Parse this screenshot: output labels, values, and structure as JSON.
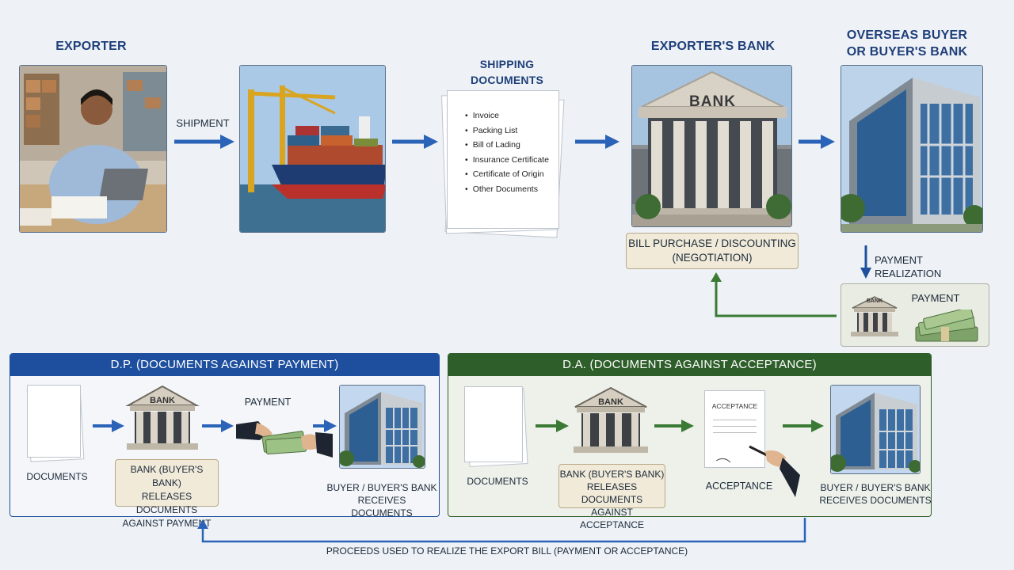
{
  "columns": {
    "exporter": "EXPORTER",
    "shipping_documents": [
      "SHIPPING",
      "DOCUMENTS"
    ],
    "exporters_bank": "EXPORTER'S BANK",
    "overseas_buyer": [
      "OVERSEAS BUYER",
      "OR BUYER'S BANK"
    ]
  },
  "shipment_label": "SHIPMENT",
  "documents_list": [
    "Invoice",
    "Packing List",
    "Bill of Lading",
    "Insurance Certificate",
    "Certificate of Origin",
    "Other Documents"
  ],
  "bank_sign": "BANK",
  "bill_purchase": [
    "BILL PURCHASE / DISCOUNTING",
    "(NEGOTIATION)"
  ],
  "payment_realization": "PAYMENT REALIZATION",
  "payment_box": {
    "label": "PAYMENT",
    "bank_sign": "BANK"
  },
  "dp": {
    "title": "D.P. (DOCUMENTS AGAINST PAYMENT)",
    "documents": "DOCUMENTS",
    "bank_sign": "BANK",
    "bank_note": [
      "BANK (BUYER'S BANK)",
      "RELEASES DOCUMENTS",
      "AGAINST PAYMENT"
    ],
    "payment": "PAYMENT",
    "buyer": [
      "BUYER / BUYER'S BANK",
      "RECEIVES DOCUMENTS"
    ]
  },
  "da": {
    "title": "D.A. (DOCUMENTS AGAINST ACCEPTANCE)",
    "documents": "DOCUMENTS",
    "bank_sign": "BANK",
    "bank_note": [
      "BANK (BUYER'S BANK)",
      "RELEASES DOCUMENTS",
      "AGAINST ACCEPTANCE"
    ],
    "acceptance_doc": "ACCEPTANCE",
    "acceptance": "ACCEPTANCE",
    "buyer": [
      "BUYER / BUYER'S BANK",
      "RECEIVES DOCUMENTS"
    ]
  },
  "footer": "PROCEEDS USED TO REALIZE THE EXPORT BILL (PAYMENT OR ACCEPTANCE)",
  "colors": {
    "navy": "#1f3f7a",
    "dp_blue": "#1d4f9e",
    "da_green": "#2e5e2a",
    "arrow_blue": "#2a63b8",
    "arrow_green": "#3a7a34"
  }
}
